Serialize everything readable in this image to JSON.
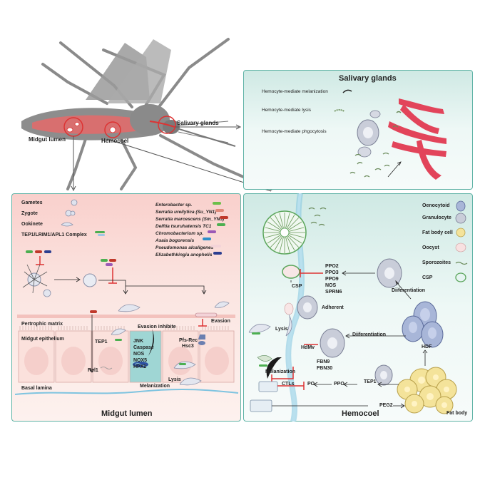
{
  "mosquito": {
    "midgut_lumen": "Midgut lumen",
    "hemocoel": "Hemocoel",
    "salivary_glands": "Salivary glands"
  },
  "salivary_panel": {
    "title": "Salivary glands",
    "items": [
      "Hemocyte-mediate melanization",
      "Hemocyte-mediate lysis",
      "Hemocyte-mediate phgocytosis"
    ]
  },
  "midgut_panel": {
    "title": "Midgut lumen",
    "legend": [
      "Gametes",
      "Zygote",
      "Ookinete",
      "TEP1/LRIM1/APL1 Complex"
    ],
    "bacteria": [
      {
        "name": "Enterobacter sp.",
        "color": "#6cbf4a"
      },
      {
        "name": "Serratia ureilytica (Su_YN1)",
        "color": "#e08a7a"
      },
      {
        "name": "Serratia marcescens (Sm_YN3)",
        "color": "#c0392b"
      },
      {
        "name": "Delftia tsuruhatensis TC1",
        "color": "#4caf50"
      },
      {
        "name": "Chromobacterium sp.",
        "color": "#9b59b6"
      },
      {
        "name": "Asaia bogorensis",
        "color": "#2e8fc9"
      },
      {
        "name": "Pseudomonas alcaligenes",
        "color": "#f3d3d8"
      },
      {
        "name": "Elizabethkingia anophelis",
        "color": "#2c3e90"
      }
    ],
    "labels": {
      "peritrophic": "Pertrophic matrix",
      "epithelium": "Midgut epithelium",
      "basal": "Basal lamina",
      "tep1": "TEP1",
      "rel1": "Rel1",
      "evasion_inhibite": "Evasion inhibite",
      "evasion": "Evasion",
      "pfs": "Pfs-Rec",
      "hsc3": "Hsc3",
      "lysis": "Lysis",
      "melanization": "Melanization",
      "pathway": [
        "JNK",
        "Caspase",
        "NOS",
        "NOX5",
        "HPX2"
      ]
    }
  },
  "hemocoel_panel": {
    "title": "Hemocoel",
    "legend": [
      "Oenocytoid",
      "Granulocyte",
      "Fat body cell",
      "Oocyst",
      "Sporozoites",
      "CSP"
    ],
    "inhibitors": [
      "PPO2",
      "PPO3",
      "PPO9",
      "NOS",
      "SPRN6"
    ],
    "labels": {
      "csp": "CSP",
      "adherent": "Adherent",
      "lysis": "Lysis",
      "hdmv": "HdMv",
      "fbn9": "FBN9",
      "fbn30": "FBN30",
      "melanization": "Melanization",
      "ctls": "CTLs",
      "po1": "PO",
      "po2": "PO",
      "ppo": "PPO",
      "tep1": "TEP1",
      "peg2": "PEG2",
      "diff1": "Diiferentiation",
      "diff2": "Diiferentiation",
      "hdf": "HDF",
      "fat_body": "Fat body"
    }
  }
}
